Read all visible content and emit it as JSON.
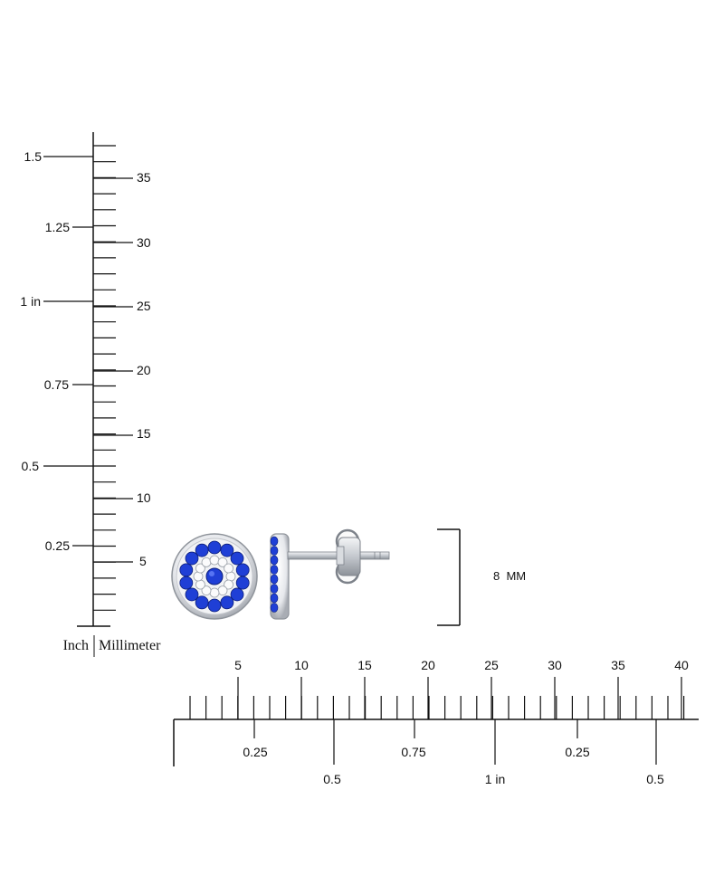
{
  "vertical_ruler": {
    "inch_labels": [
      "1.5",
      "1.25",
      "1 in",
      "0.75",
      "0.5",
      "0.25"
    ],
    "mm_labels": [
      "35",
      "30",
      "25",
      "20",
      "15",
      "10",
      "5"
    ],
    "caption_inch": "Inch",
    "caption_mm": "Millimeter"
  },
  "horizontal_ruler": {
    "mm_labels": [
      "5",
      "10",
      "15",
      "20",
      "25",
      "30",
      "35",
      "40"
    ],
    "inch_labels_row1": [
      "0.25",
      "0.75",
      "0.25"
    ],
    "inch_labels_row2": [
      "0.5",
      "1 in",
      "0.5"
    ]
  },
  "product": {
    "dimension_label": "8  MM",
    "stone_color": "#1f3fd6",
    "metal_color": "#c9ccd1"
  }
}
